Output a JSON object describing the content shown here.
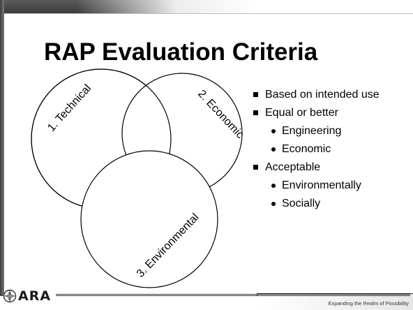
{
  "slide": {
    "title": "RAP Evaluation Criteria",
    "venn": {
      "circles": [
        {
          "label": "1. Technical"
        },
        {
          "label": "2. Economic"
        },
        {
          "label": "3. Environmental"
        }
      ]
    },
    "bullets": [
      {
        "level": 1,
        "text": "Based on intended use"
      },
      {
        "level": 1,
        "text": "Equal or better"
      },
      {
        "level": 2,
        "text": "Engineering"
      },
      {
        "level": 2,
        "text": "Economic"
      },
      {
        "level": 1,
        "text": "Acceptable"
      },
      {
        "level": 2,
        "text": "Environmentally"
      },
      {
        "level": 2,
        "text": "Socially"
      }
    ],
    "footer": {
      "logo_text": "ARA",
      "tagline": "Expanding the Realm of Possibility"
    }
  }
}
